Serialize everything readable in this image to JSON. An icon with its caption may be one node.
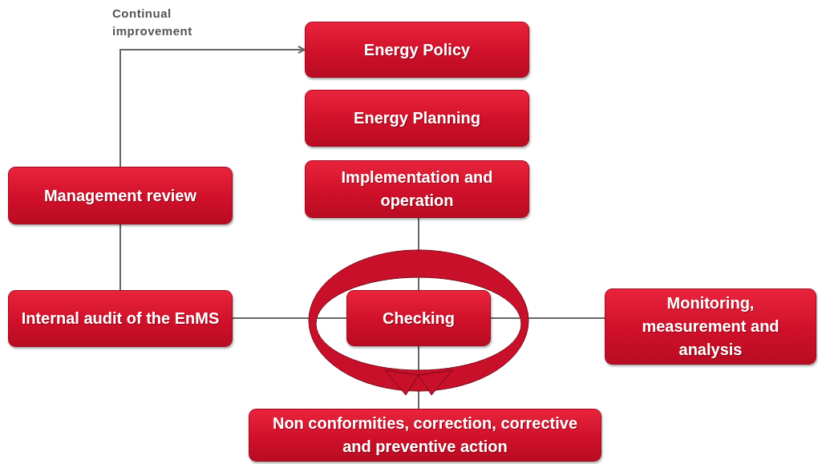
{
  "diagram": {
    "nodes": [
      {
        "text": [
          "Energy Policy"
        ]
      },
      {
        "text": [
          "Energy Planning"
        ]
      },
      {
        "text": [
          "Implementation and operation"
        ]
      },
      {
        "text": [
          "Management review"
        ]
      },
      {
        "text": [
          "Internal audit of the EnMS"
        ]
      },
      {
        "text": [
          "Checking"
        ]
      },
      {
        "text": [
          "Monitoring, measurement and analysis"
        ]
      },
      {
        "text": [
          "Non conformities, correction, corrective and preventive action"
        ]
      }
    ],
    "edges": [
      {
        "from": 3,
        "to": 0,
        "arrow": "to",
        "label": "Continual improvement"
      },
      {
        "from": 4,
        "to": 3,
        "arrow": "none"
      },
      {
        "from": 2,
        "to": 5,
        "arrow": "none"
      },
      {
        "from": 4,
        "to": 5,
        "arrow": "none"
      },
      {
        "from": 5,
        "to": 6,
        "arrow": "none"
      },
      {
        "from": 5,
        "to": 7,
        "arrow": "none"
      }
    ]
  }
}
